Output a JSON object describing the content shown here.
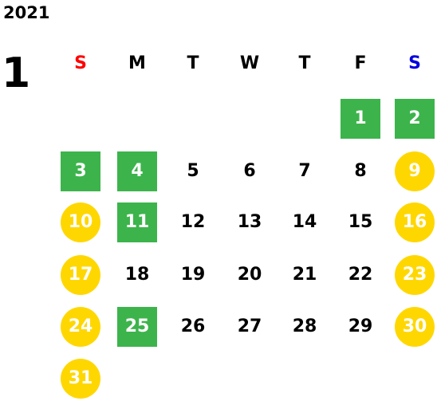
{
  "calendar": {
    "year": "2021",
    "month": "1",
    "weekday_headers": [
      {
        "label": "S",
        "color": "#ff0000"
      },
      {
        "label": "M",
        "color": "#000000"
      },
      {
        "label": "T",
        "color": "#000000"
      },
      {
        "label": "W",
        "color": "#000000"
      },
      {
        "label": "T",
        "color": "#000000"
      },
      {
        "label": "F",
        "color": "#000000"
      },
      {
        "label": "S",
        "color": "#0000dd"
      }
    ],
    "highlight_colors": {
      "green": "#3cb44b",
      "yellow": "#ffd700"
    },
    "days": [
      {
        "day": "1",
        "highlight": "green"
      },
      {
        "day": "2",
        "highlight": "green"
      },
      {
        "day": "3",
        "highlight": "green"
      },
      {
        "day": "4",
        "highlight": "green"
      },
      {
        "day": "5",
        "highlight": "none"
      },
      {
        "day": "6",
        "highlight": "none"
      },
      {
        "day": "7",
        "highlight": "none"
      },
      {
        "day": "8",
        "highlight": "none"
      },
      {
        "day": "9",
        "highlight": "yellow"
      },
      {
        "day": "10",
        "highlight": "yellow"
      },
      {
        "day": "11",
        "highlight": "green"
      },
      {
        "day": "12",
        "highlight": "none"
      },
      {
        "day": "13",
        "highlight": "none"
      },
      {
        "day": "14",
        "highlight": "none"
      },
      {
        "day": "15",
        "highlight": "none"
      },
      {
        "day": "16",
        "highlight": "yellow"
      },
      {
        "day": "17",
        "highlight": "yellow"
      },
      {
        "day": "18",
        "highlight": "none"
      },
      {
        "day": "19",
        "highlight": "none"
      },
      {
        "day": "20",
        "highlight": "none"
      },
      {
        "day": "21",
        "highlight": "none"
      },
      {
        "day": "22",
        "highlight": "none"
      },
      {
        "day": "23",
        "highlight": "yellow"
      },
      {
        "day": "24",
        "highlight": "yellow"
      },
      {
        "day": "25",
        "highlight": "green"
      },
      {
        "day": "26",
        "highlight": "none"
      },
      {
        "day": "27",
        "highlight": "none"
      },
      {
        "day": "28",
        "highlight": "none"
      },
      {
        "day": "29",
        "highlight": "none"
      },
      {
        "day": "30",
        "highlight": "yellow"
      },
      {
        "day": "31",
        "highlight": "yellow"
      }
    ]
  }
}
